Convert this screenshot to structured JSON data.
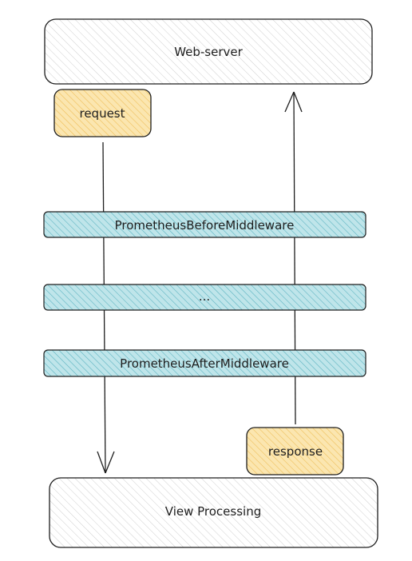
{
  "nodes": {
    "web_server": "Web-server",
    "view_processing": "View Processing"
  },
  "tags": {
    "request": "request",
    "response": "response"
  },
  "middlewares": [
    "PrometheusBeforeMiddleware",
    "...",
    "PrometheusAfterMiddleware"
  ],
  "colors": {
    "stroke": "#1e1e1e",
    "box_hatch": "#c8c8c8",
    "middleware_fill": "#a5d8df",
    "middleware_hatch": "#5fb5c2",
    "tag_fill": "#fbe6b0",
    "tag_hatch": "#efbf5a"
  }
}
